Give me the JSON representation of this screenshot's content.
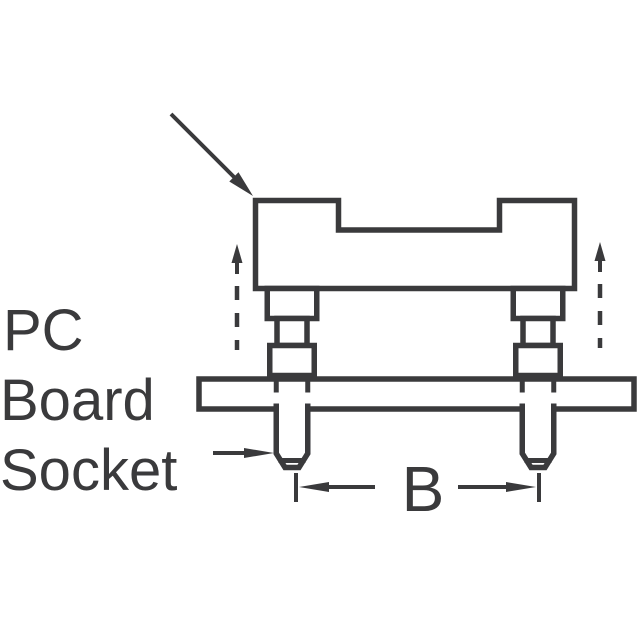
{
  "diagram": {
    "description": "Technical outline drawing of a PC board socket mounted through a PC board, with insertion-direction dashed arrows and horizontal dimension B between pin centers",
    "line_color": "#3a3a3c",
    "background_color": "#ffffff"
  },
  "labels": {
    "title_line1": "PC",
    "title_line2": "Board",
    "title_line3": "Socket",
    "dimension_b": "B"
  },
  "icons": {
    "leader_arrow": "diagonal-arrow-pointing-to-housing",
    "left_removal_arrow": "dashed-up-arrow",
    "right_removal_arrow": "dashed-up-arrow",
    "socket_leader_arrow": "right-arrow-pointing-to-pin",
    "dimension_arrows": "left-and-right-dimension-arrowheads"
  }
}
